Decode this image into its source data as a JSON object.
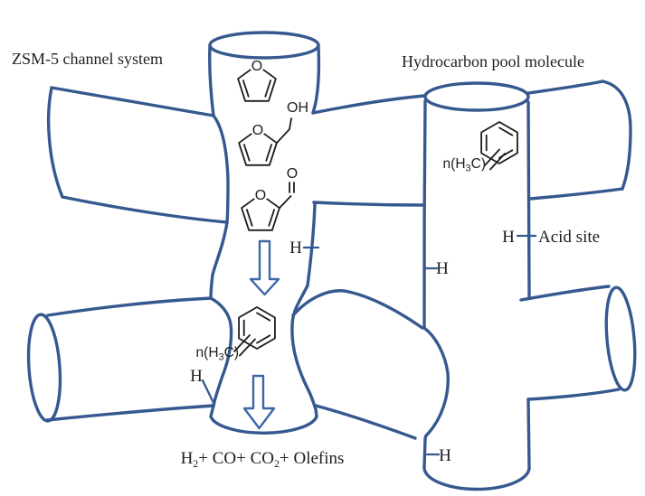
{
  "figure": {
    "background": "#ffffff",
    "colors": {
      "channel_line": "#35598f",
      "arrow_line": "#3c66a5",
      "molecule_line": "#1c1c1c",
      "text": "#1f1f1f"
    },
    "titles": {
      "left": "ZSM-5 channel system",
      "right": "Hydrocarbon pool molecule"
    },
    "labels": {
      "acid_site": "Acid site",
      "hydrogen": "H",
      "ring_oxygen": "O",
      "carbonyl_oxygen": "O",
      "hydroxyl": "OH",
      "methyl": {
        "pre": "n(H",
        "sub": "3",
        "post": "C)"
      },
      "products": {
        "h": "H",
        "h_sub": "2",
        "mid": "+ CO+ CO",
        "mid_sub": "2",
        "tail": "+ Olefins"
      }
    }
  }
}
